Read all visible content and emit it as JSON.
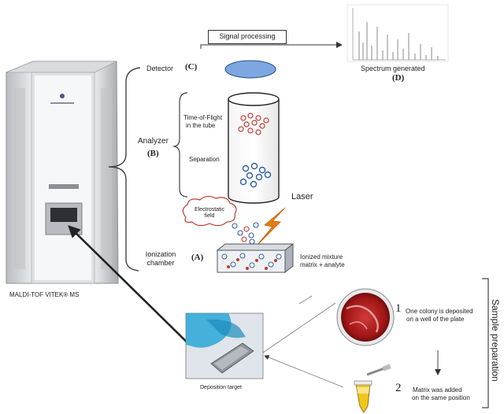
{
  "labels": {
    "signal_processing": "Signal processing",
    "detector": "Detector",
    "detector_letter": "(C)",
    "spectrum": "Spectrum generated",
    "spectrum_letter": "(D)",
    "analyzer": "Analyzer",
    "analyzer_letter": "(B)",
    "time_of_flight": "Time-of-Flight",
    "in_the_tube": "in the tube",
    "separation": "Separation",
    "laser": "Laser",
    "electrostatic_field": "Electrostatic field",
    "ionization_chamber": "Ionization chamber",
    "ionization_letter": "(A)",
    "ionized_mixture": "Ionized mixture",
    "matrix_analyte": "matrix + analyte",
    "instrument": "MALDI-TOF VITEK® MS",
    "deposition_target": "Deposition target",
    "sample_preparation": "Sample preparation",
    "step1_number": "1",
    "step1_text_a": "One colony is deposited",
    "step1_text_b": "on a well of the plate",
    "step2_number": "2",
    "step2_text_a": "Matrix was added",
    "step2_text_b": "on the same position"
  },
  "colors": {
    "detector_fill": "#7da7e0",
    "ion_red": "#c0392b",
    "ion_blue": "#2d5fa8",
    "laser": "#e87e10",
    "tube_liquid": "#f2c618",
    "petri_agar": "#b01818",
    "glove": "#2aa7d6"
  }
}
